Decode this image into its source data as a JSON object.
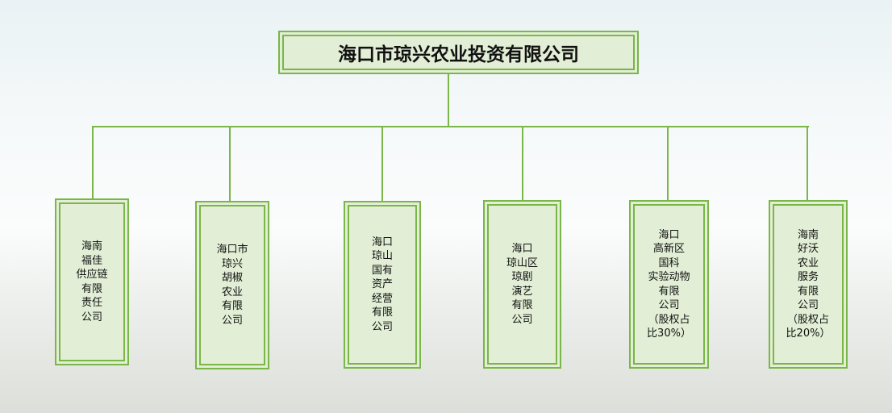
{
  "root": {
    "label": "海口市琼兴农业投资有限公司"
  },
  "children": [
    {
      "lines": [
        "海南",
        "福佳",
        "供应链",
        "有限",
        "责任",
        "公司"
      ]
    },
    {
      "lines": [
        "海口市",
        "琼兴",
        "胡椒",
        "农业",
        "有限",
        "公司"
      ]
    },
    {
      "lines": [
        "海口",
        "琼山",
        "国有",
        "资产",
        "经营",
        "有限",
        "公司"
      ]
    },
    {
      "lines": [
        "海口",
        "琼山区",
        "琼剧",
        "演艺",
        "有限",
        "公司"
      ]
    },
    {
      "lines": [
        "海口",
        "高新区",
        "国科",
        "实验动物",
        "有限",
        "公司",
        "（股权占",
        "比30%）"
      ]
    },
    {
      "lines": [
        "海南",
        "好沃",
        "农业",
        "服务",
        "有限",
        "公司",
        "（股权占",
        "比20%）"
      ]
    }
  ],
  "colors": {
    "border": "#7ab648",
    "fill": "#e2eed5"
  }
}
